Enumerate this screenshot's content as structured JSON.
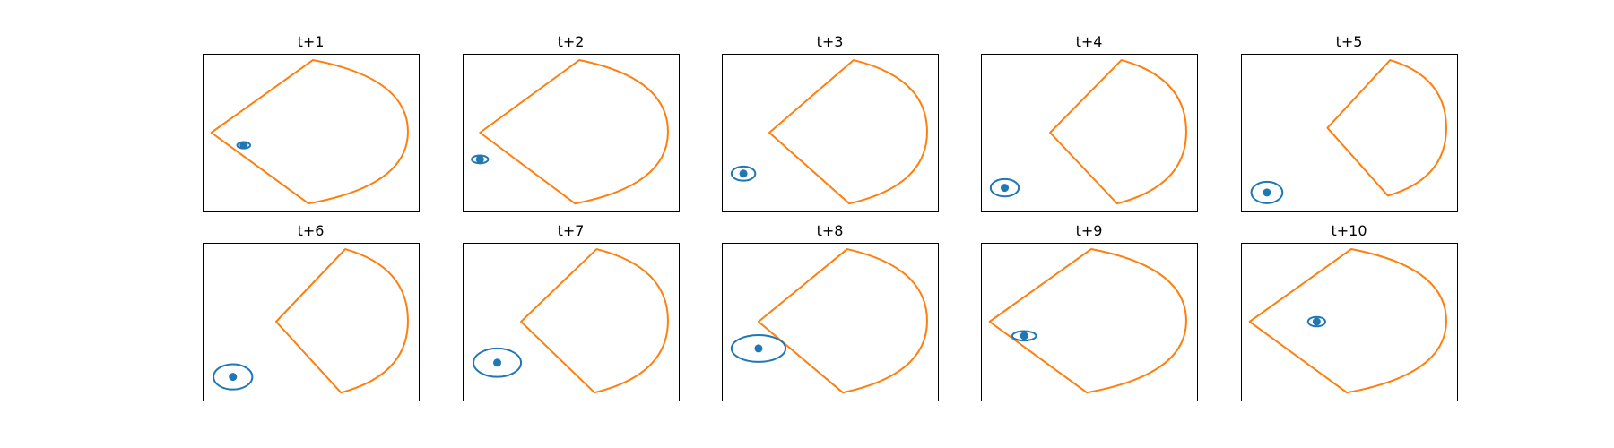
{
  "colors": {
    "agent": "#1f77b4",
    "cone": "#ff7f0e"
  },
  "chart_data": {
    "type": "scatter",
    "xlim": [
      0,
      1
    ],
    "ylim": [
      0,
      1
    ],
    "grid": false,
    "axes_visible": false,
    "panels": [
      {
        "title": "t+1",
        "agent": [
          0.19,
          0.42
        ],
        "ellipse_radii": [
          0.03,
          0.02
        ],
        "cone": {
          "apex": [
            0.04,
            0.5
          ],
          "top": [
            0.51,
            0.96
          ],
          "bottom": [
            0.49,
            0.05
          ],
          "right": 0.95
        }
      },
      {
        "title": "t+2",
        "agent": [
          0.08,
          0.33
        ],
        "ellipse_radii": [
          0.038,
          0.025
        ],
        "cone": {
          "apex": [
            0.08,
            0.5
          ],
          "top": [
            0.54,
            0.96
          ],
          "bottom": [
            0.52,
            0.05
          ],
          "right": 0.95
        }
      },
      {
        "title": "t+3",
        "agent": [
          0.1,
          0.24
        ],
        "ellipse_radii": [
          0.055,
          0.045
        ],
        "cone": {
          "apex": [
            0.22,
            0.5
          ],
          "top": [
            0.61,
            0.96
          ],
          "bottom": [
            0.59,
            0.05
          ],
          "right": 0.95
        }
      },
      {
        "title": "t+4",
        "agent": [
          0.11,
          0.15
        ],
        "ellipse_radii": [
          0.065,
          0.055
        ],
        "cone": {
          "apex": [
            0.32,
            0.5
          ],
          "top": [
            0.65,
            0.96
          ],
          "bottom": [
            0.63,
            0.05
          ],
          "right": 0.95
        }
      },
      {
        "title": "t+5",
        "agent": [
          0.12,
          0.12
        ],
        "ellipse_radii": [
          0.072,
          0.068
        ],
        "cone": {
          "apex": [
            0.4,
            0.53
          ],
          "top": [
            0.69,
            0.96
          ],
          "bottom": [
            0.68,
            0.1
          ],
          "right": 0.95
        }
      },
      {
        "title": "t+6",
        "agent": [
          0.14,
          0.15
        ],
        "ellipse_radii": [
          0.09,
          0.08
        ],
        "cone": {
          "apex": [
            0.34,
            0.5
          ],
          "top": [
            0.66,
            0.96
          ],
          "bottom": [
            0.64,
            0.05
          ],
          "right": 0.95
        }
      },
      {
        "title": "t+7",
        "agent": [
          0.16,
          0.24
        ],
        "ellipse_radii": [
          0.11,
          0.09
        ],
        "cone": {
          "apex": [
            0.27,
            0.5
          ],
          "top": [
            0.62,
            0.96
          ],
          "bottom": [
            0.61,
            0.05
          ],
          "right": 0.95
        }
      },
      {
        "title": "t+8",
        "agent": [
          0.17,
          0.33
        ],
        "ellipse_radii": [
          0.125,
          0.085
        ],
        "cone": {
          "apex": [
            0.17,
            0.5
          ],
          "top": [
            0.58,
            0.96
          ],
          "bottom": [
            0.56,
            0.05
          ],
          "right": 0.95
        }
      },
      {
        "title": "t+9",
        "agent": [
          0.2,
          0.41
        ],
        "ellipse_radii": [
          0.055,
          0.03
        ],
        "cone": {
          "apex": [
            0.04,
            0.5
          ],
          "top": [
            0.51,
            0.96
          ],
          "bottom": [
            0.49,
            0.05
          ],
          "right": 0.95
        }
      },
      {
        "title": "t+10",
        "agent": [
          0.35,
          0.5
        ],
        "ellipse_radii": [
          0.04,
          0.03
        ],
        "cone": {
          "apex": [
            0.04,
            0.5
          ],
          "top": [
            0.51,
            0.96
          ],
          "bottom": [
            0.49,
            0.05
          ],
          "right": 0.95
        }
      }
    ]
  }
}
